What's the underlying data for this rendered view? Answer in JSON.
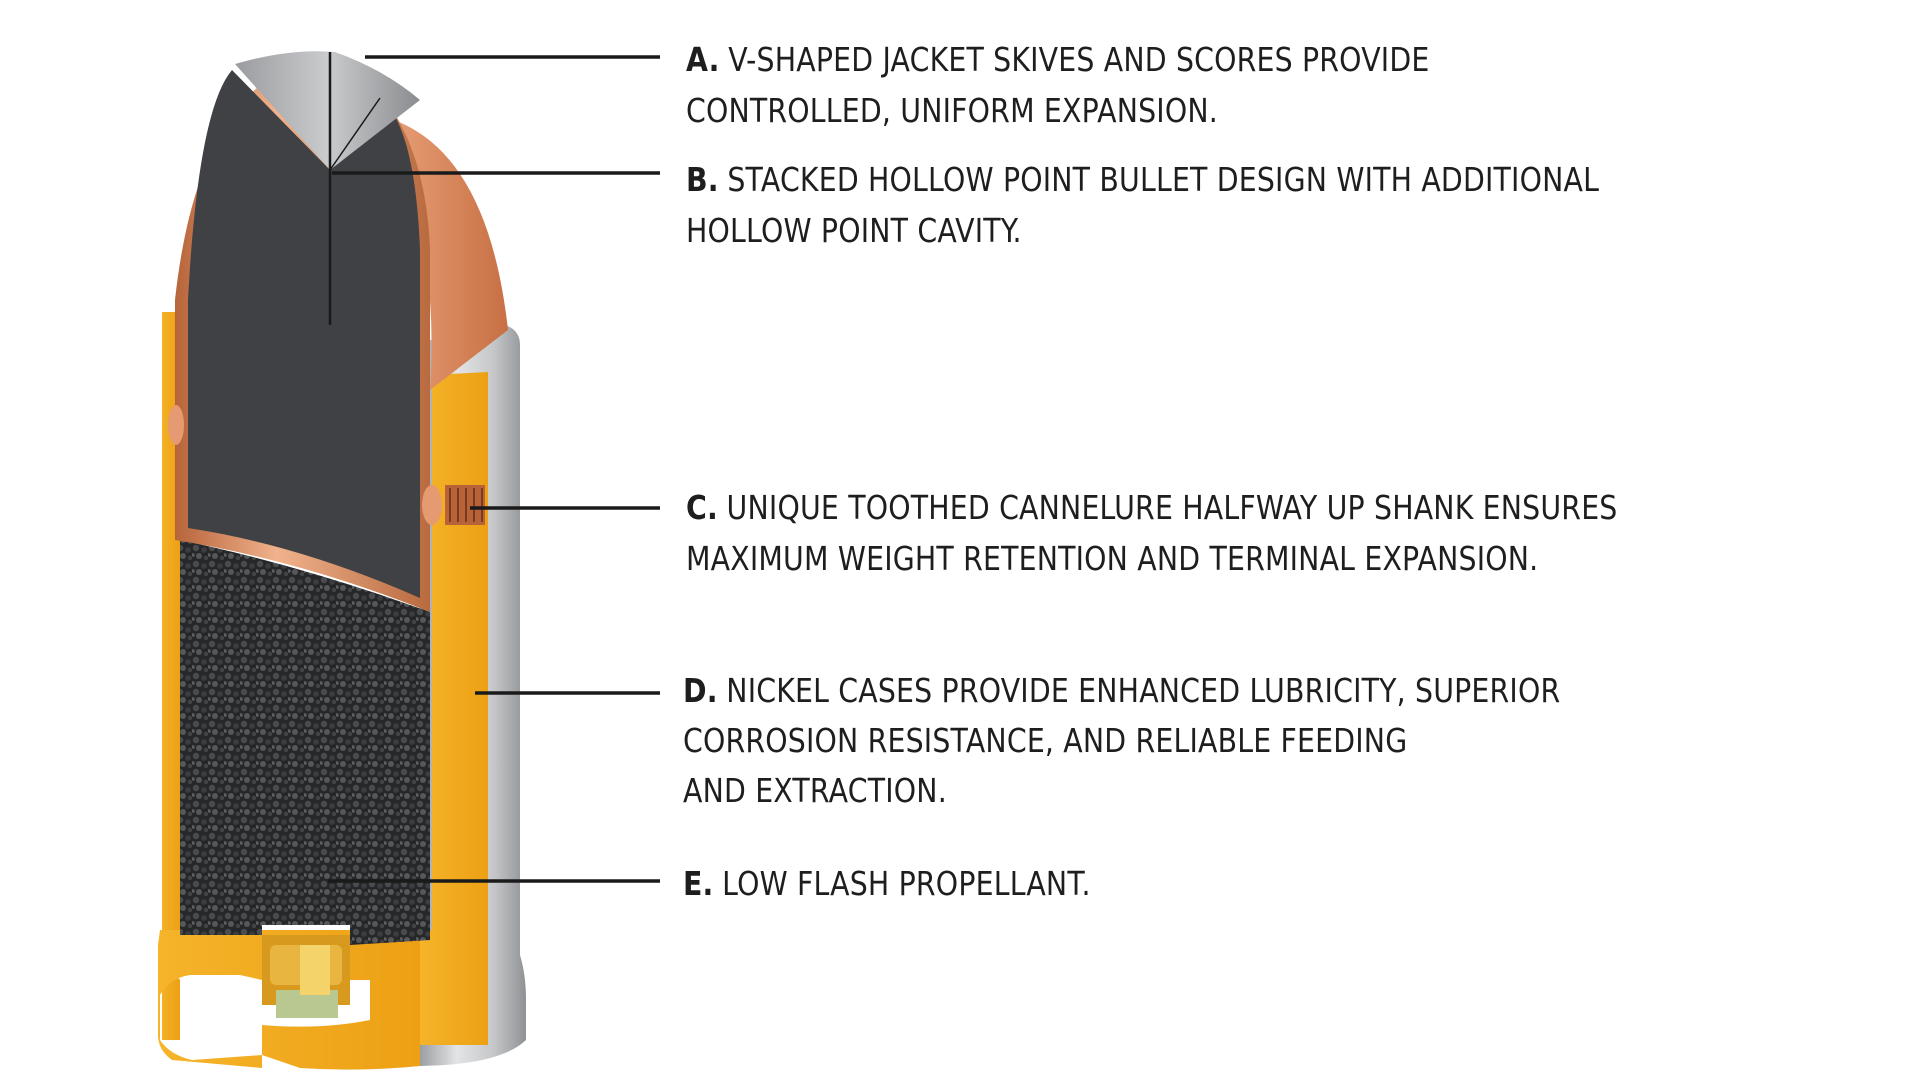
{
  "colors": {
    "brass": "#f3ad1c",
    "brass_dark": "#d7880f",
    "nickel": "#c7c9cb",
    "nickel_dark": "#9c9fa2",
    "copper": "#cf7b4e",
    "copper_light": "#ecae86",
    "lead_core": "#3d3f42",
    "propellant": "#2a2b2d",
    "leader_line": "#1a1a1a",
    "text": "#1e1e1e"
  },
  "callouts": [
    {
      "letter": "A.",
      "lines": [
        "V-SHAPED JACKET SKIVES AND SCORES PROVIDE",
        "CONTROLLED, UNIFORM EXPANSION."
      ]
    },
    {
      "letter": "B.",
      "lines": [
        "STACKED HOLLOW POINT BULLET DESIGN WITH ADDITIONAL",
        "HOLLOW POINT CAVITY."
      ]
    },
    {
      "letter": "C.",
      "lines": [
        "UNIQUE TOOTHED CANNELURE HALFWAY UP SHANK ENSURES",
        "MAXIMUM WEIGHT RETENTION AND TERMINAL EXPANSION."
      ]
    },
    {
      "letter": "D.",
      "lines": [
        "NICKEL CASES PROVIDE ENHANCED LUBRICITY, SUPERIOR",
        "CORROSION RESISTANCE, AND RELIABLE FEEDING",
        "AND EXTRACTION."
      ]
    },
    {
      "letter": "E.",
      "lines": [
        "LOW FLASH PROPELLANT."
      ]
    }
  ]
}
